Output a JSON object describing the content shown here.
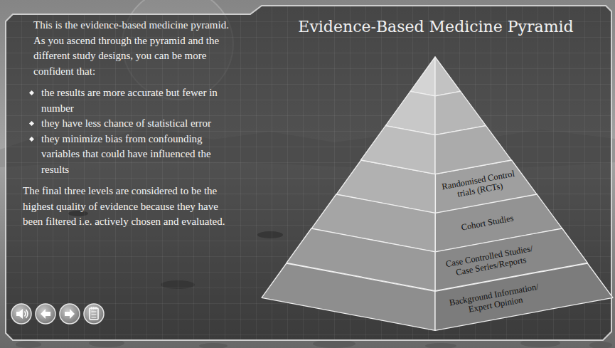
{
  "diagram": {
    "title": "Evidence-Based Medicine Pyramid",
    "nodes": [
      {
        "text": [
          "This is the evidence-based medicine pyramid. As you ascend through the pyramid and the different study designs, you can be more confident that:",
          "the results are more accurate but fewer in number",
          "they have less chance of statistical error",
          "they minimize bias from confounding variables that could have influenced the results",
          "The final three levels are considered to be the highest quality of evidence because they have been filtered i.e. actively chosen and evaluated."
        ]
      },
      {
        "text": [
          "Randomised Control trials (RCTs)"
        ],
        "in": 0
      },
      {
        "text": [
          "Cohort Studies"
        ],
        "in": 0
      },
      {
        "text": [
          "Case Controlled Studies/ Case Series/Reports"
        ],
        "in": 0
      },
      {
        "text": [
          "Background Information/ Expert Opinion"
        ],
        "in": 0
      }
    ]
  }
}
